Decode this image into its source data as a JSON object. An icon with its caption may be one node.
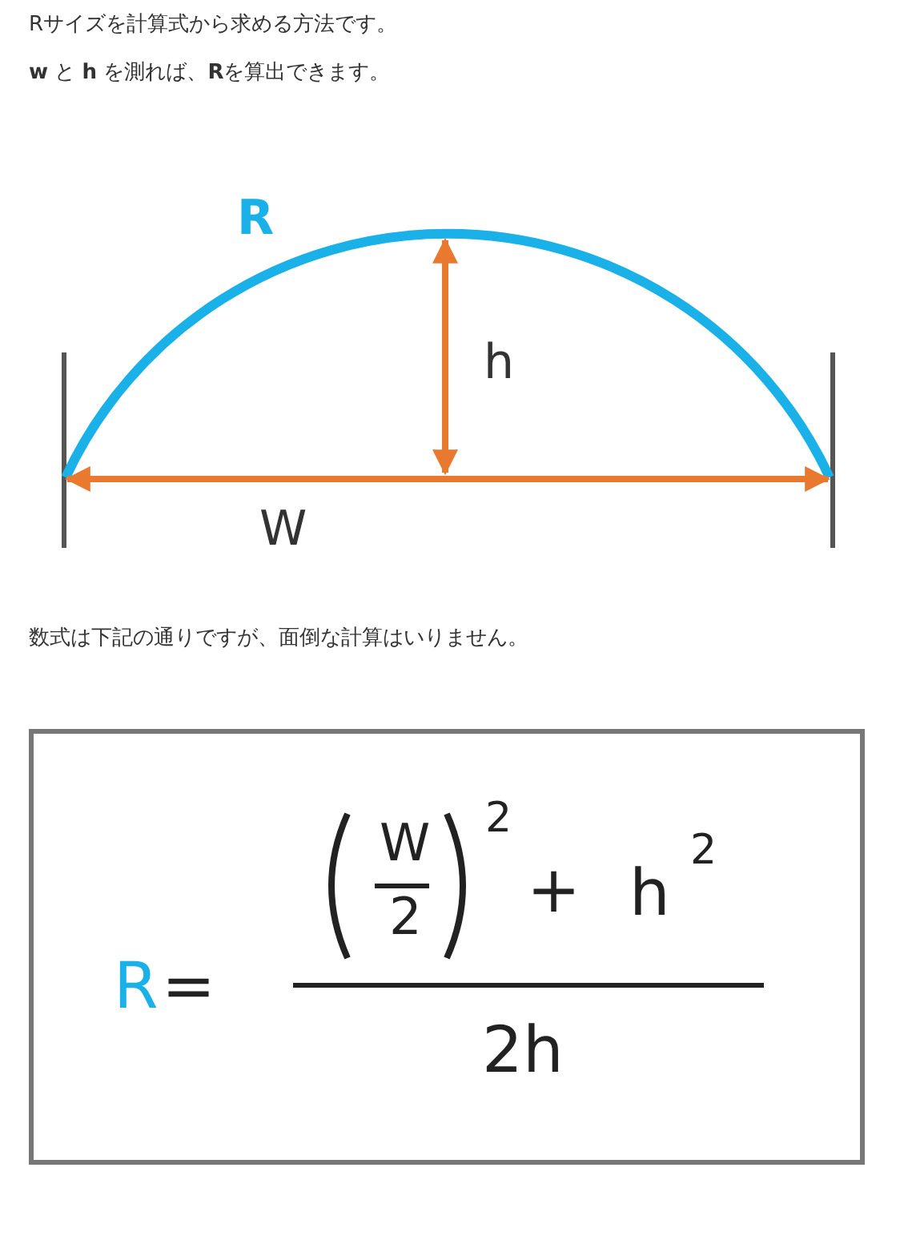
{
  "diagram": {
    "nodes": [
      {
        "text": [
          "R",
          "=",
          "W",
          "2",
          "2",
          "+",
          "h",
          "2",
          "2h"
        ]
      }
    ],
    "edges": [],
    "labels": [
      "Rサイズを計算式から求める方法です。",
      "**w** と **h** を測れば、**R**を算出できます。",
      "R",
      "h",
      "W",
      "数式は下記の通りですが、面倒な計算はいりません。"
    ]
  }
}
